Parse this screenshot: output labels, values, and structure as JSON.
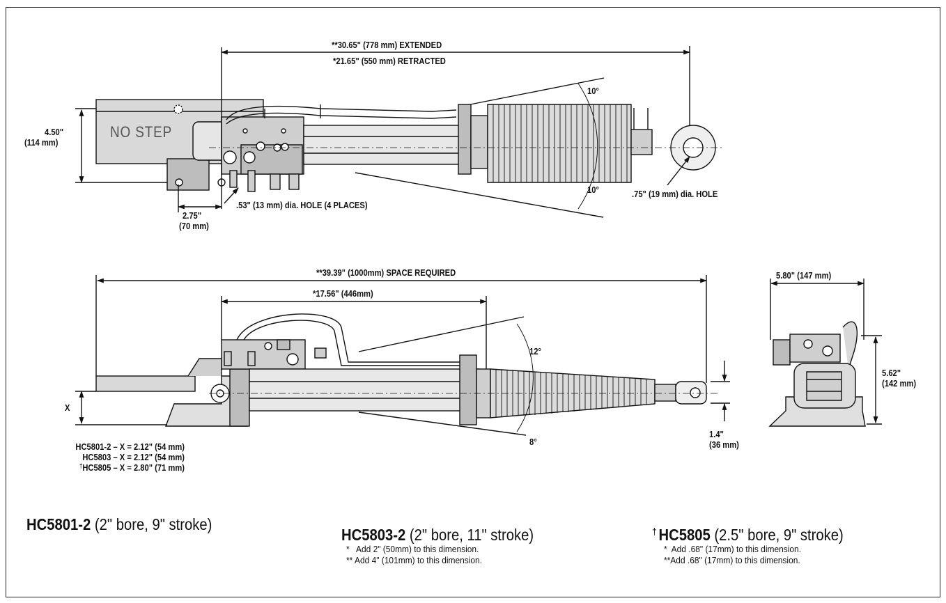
{
  "top_view": {
    "extended": "**30.65\" (778 mm) EXTENDED",
    "retracted": "*21.65\" (550 mm) RETRACTED",
    "angle_up": "10°",
    "angle_down": "10°",
    "height_in": "4.50\"",
    "height_mm": "(114 mm)",
    "offset_in": "2.75\"",
    "offset_mm": "(70 mm)",
    "hole_small": ".53\" (13 mm) dia. HOLE (4 PLACES)",
    "hole_large": ".75\" (19 mm) dia. HOLE",
    "decal": "NO STEP"
  },
  "side_view": {
    "space_required": "**39.39\" (1000mm) SPACE REQUIRED",
    "body_length": "*17.56\" (446mm)",
    "angle_up": "12°",
    "angle_down": "8°",
    "x_label": "X",
    "rod_in": "1.4\"",
    "rod_mm": "(36 mm)",
    "x_values": [
      "HC5801-2 – X = 2.12\" (54 mm)",
      "HC5803 – X = 2.12\" (54 mm)",
      "HC5805 – X = 2.80\" (71 mm)"
    ],
    "x_dagger": "†"
  },
  "end_view": {
    "width": "5.80\" (147 mm)",
    "height_in": "5.62\"",
    "height_mm": "(142 mm)"
  },
  "models": [
    {
      "name": "HC5801-2",
      "spec": " (2\" bore, 9\" stroke)",
      "prefix": "",
      "notes": []
    },
    {
      "name": "HC5803-2",
      "spec": " (2\" bore, 11\" stroke)",
      "prefix": "",
      "notes": [
        "*   Add 2\" (50mm) to this dimension.",
        "** Add 4\" (101mm) to this dimension."
      ]
    },
    {
      "name": "HC5805",
      "spec": " (2.5\" bore, 9\" stroke)",
      "prefix": "†",
      "notes": [
        "*  Add .68\" (17mm) to this dimension.",
        "**Add .68\" (17mm) to this dimension."
      ]
    }
  ]
}
